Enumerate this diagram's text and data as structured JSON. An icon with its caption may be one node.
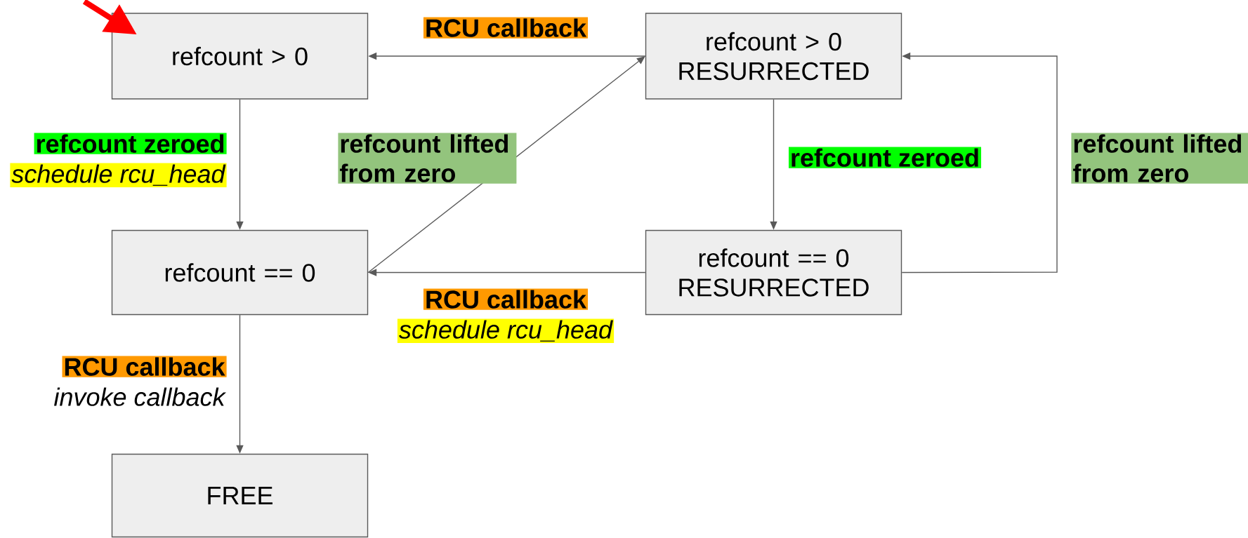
{
  "diagram": {
    "nodes": [
      {
        "text": [
          "refcount > 0"
        ]
      },
      {
        "text": [
          "refcount > 0 RESURRECTED"
        ]
      },
      {
        "text": [
          "refcount == 0"
        ]
      },
      {
        "text": [
          "refcount == 0 RESURRECTED"
        ]
      },
      {
        "text": [
          "FREE"
        ]
      }
    ],
    "edges": [
      {
        "from": 1,
        "to": 0,
        "arrow": "to",
        "label": "RCU callback"
      },
      {
        "from": 0,
        "to": 2,
        "arrow": "to",
        "label": "refcount zeroed"
      },
      {
        "from": 2,
        "to": 1,
        "arrow": "to",
        "label": "refcount lifted from zero"
      },
      {
        "from": 1,
        "to": 3,
        "arrow": "to",
        "label": "refcount zeroed"
      },
      {
        "from": 3,
        "to": 1,
        "arrow": "to",
        "label": "refcount lifted from zero"
      },
      {
        "from": 3,
        "to": 2,
        "arrow": "to",
        "label": "RCU callback"
      },
      {
        "from": 2,
        "to": 4,
        "arrow": "to",
        "label": "RCU callback"
      },
      {
        "from": null,
        "to": 0,
        "arrow": "to",
        "style": "thick",
        "color": "#ff0000"
      }
    ],
    "labels": [
      "schedule rcu_head",
      "schedule rcu_head",
      "invoke callback"
    ]
  }
}
